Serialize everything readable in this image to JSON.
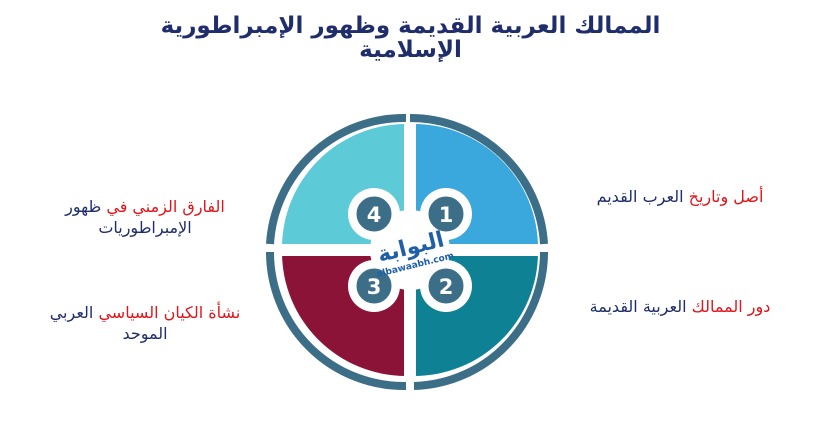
{
  "title": {
    "line1": "الممالك العربية القديمة وظهور الإمبراطورية",
    "line2": "الإسلامية"
  },
  "items": [
    {
      "number": "1",
      "text_red": "أصل وتاريخ",
      "text_rest": "العرب القديم",
      "color": "#3aa8dd"
    },
    {
      "number": "2",
      "text_red": "دور الممالك",
      "text_rest": "العربية القديمة",
      "color": "#0e8195"
    },
    {
      "number": "3",
      "text_red": "نشأة الكيان السياسي",
      "text_rest": "العربي الموحد",
      "color": "#8b1338"
    },
    {
      "number": "4",
      "text_red": "الفارق الزمني في",
      "text_rest": "ظهور الإمبراطوريات",
      "color": "#5dcad8"
    }
  ],
  "logo": {
    "text": "البوابة",
    "url": "albawaabh.com"
  },
  "colors": {
    "title": "#1f2d6b",
    "accent": "#e0151b",
    "badge": "#3d6e88",
    "ring": "#3d6e88"
  }
}
